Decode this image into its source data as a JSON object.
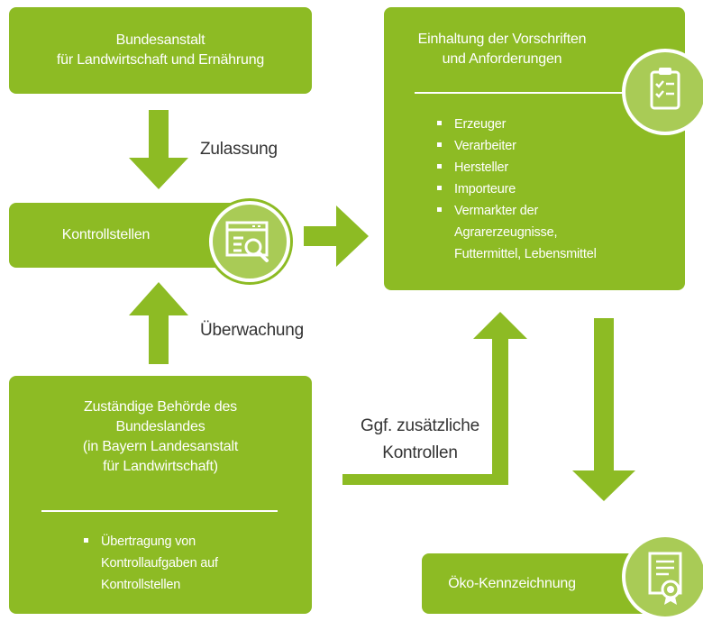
{
  "colors": {
    "box": "#8dbb24",
    "arrow": "#8dbb24",
    "text": "#333333",
    "icon_fill": "#a9cb56"
  },
  "boxes": {
    "ble": {
      "title": "Bundesanstalt\nfür Landwirtschaft und Ernährung"
    },
    "kontrollstellen": {
      "title": "Kontrollstellen",
      "icon": "inspection-document-icon"
    },
    "behoerde": {
      "title": "Zuständige Behörde des\nBundeslandes\n(in Bayern Landesanstalt\nfür Landwirtschaft)",
      "items": [
        "Übertragung von\nKontrollaufgaben auf\nKontrollstellen"
      ]
    },
    "einhaltung": {
      "title": "Einhaltung der Vorschriften\nund Anforderungen",
      "icon": "clipboard-checklist-icon",
      "items": [
        "Erzeuger",
        "Verarbeiter",
        "Hersteller",
        "Importeure",
        "Vermarkter der\nAgrarerzeugnisse,\nFuttermittel, Lebensmittel"
      ]
    },
    "oeko": {
      "title": "Öko-Kennzeichnung",
      "icon": "certificate-icon"
    }
  },
  "labels": {
    "zulassung": "Zulassung",
    "ueberwachung": "Überwachung",
    "zusaetzlich": "Ggf. zusätzliche\nKontrollen"
  }
}
